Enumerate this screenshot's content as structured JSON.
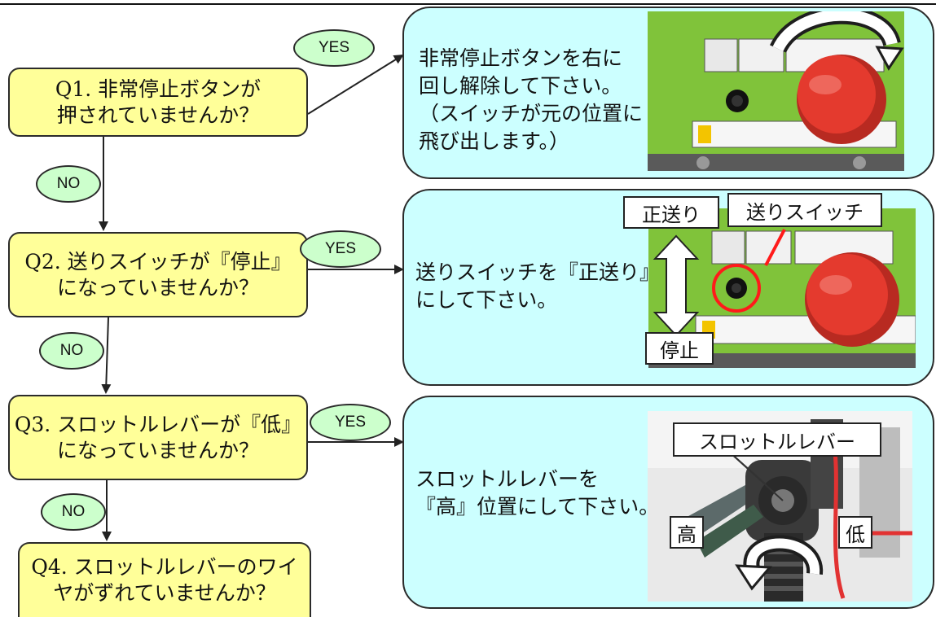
{
  "questions": {
    "q1": {
      "line1": "Q1. 非常停止ボタンが",
      "line2": "押されていませんか？"
    },
    "q2": {
      "line1": "Q2. 送りスイッチが『停止』",
      "line2": "になっていませんか？"
    },
    "q3": {
      "line1": "Q3. スロットルレバーが『低』",
      "line2": "になっていませんか？"
    },
    "q4": {
      "line1": "Q4. スロットルレバーのワイ",
      "line2": "ヤがずれていませんか？"
    }
  },
  "answers": {
    "a1": {
      "lines": [
        "非常停止ボタンを右に",
        "回し解除して下さい。",
        "（スイッチが元の位置に",
        "飛び出します。）"
      ]
    },
    "a2": {
      "lines": [
        "送りスイッチを『正送り』",
        "にして下さい。"
      ]
    },
    "a3": {
      "lines": [
        "スロットルレバーを",
        "『高』位置にして下さい。"
      ]
    }
  },
  "connectors": {
    "yes": "YES",
    "no": "NO"
  },
  "photo_labels": {
    "forward": "正送り",
    "feed_switch": "送りスイッチ",
    "stop": "停止",
    "throttle_lever": "スロットルレバー",
    "high": "高",
    "low": "低"
  },
  "colors": {
    "question_fill": "#ffff99",
    "answer_fill": "#ccffff",
    "pill_fill": "#ccffcc",
    "machine_green": "#7ec232",
    "button_red": "#e43a2e"
  }
}
